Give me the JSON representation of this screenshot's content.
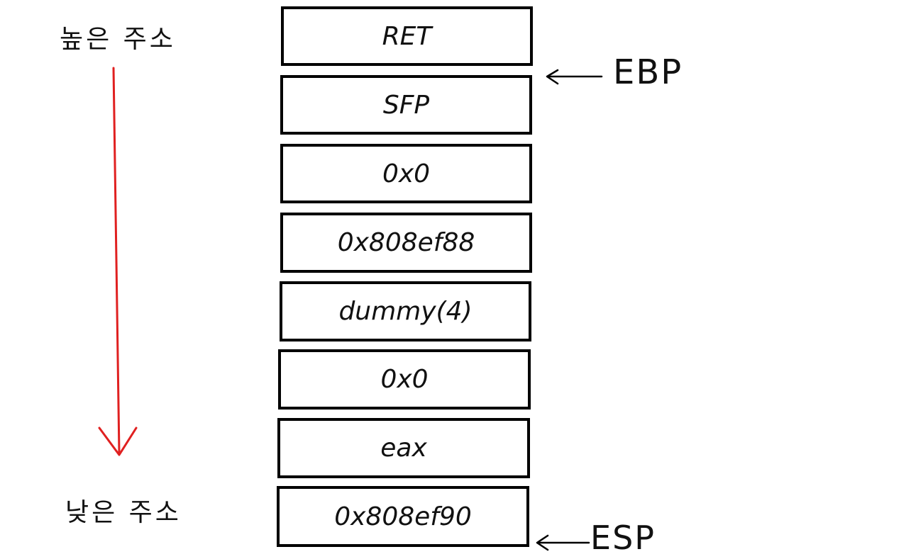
{
  "labels": {
    "high_address": "높은 주소",
    "low_address": "낮은 주소"
  },
  "stack": {
    "cells": [
      {
        "text": "RET"
      },
      {
        "text": "SFP"
      },
      {
        "text": "0x0"
      },
      {
        "text": "0x808ef88"
      },
      {
        "text": "dummy(4)"
      },
      {
        "text": "0x0"
      },
      {
        "text": "eax"
      },
      {
        "text": "0x808ef90"
      }
    ]
  },
  "pointers": {
    "ebp": "EBP",
    "esp": "ESP"
  },
  "colors": {
    "direction_arrow": "#e02020",
    "ink": "#000000"
  }
}
